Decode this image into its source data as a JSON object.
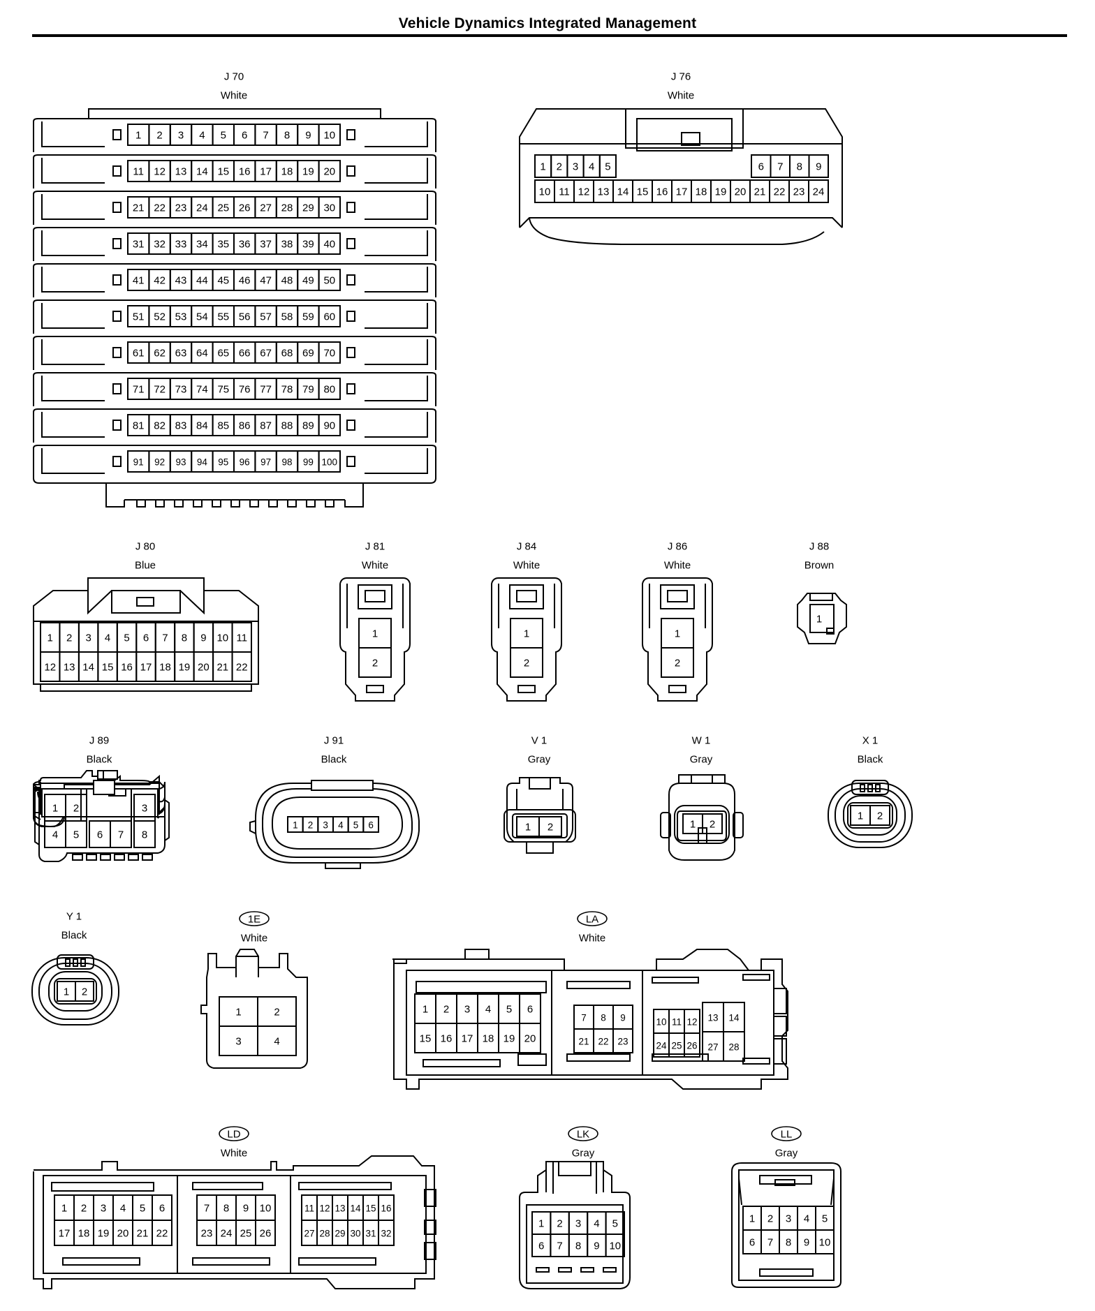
{
  "title": "Vehicle Dynamics Integrated Management",
  "connectors": [
    {
      "id": "J 70",
      "color": "White",
      "circled": false
    },
    {
      "id": "J 76",
      "color": "White",
      "circled": false
    },
    {
      "id": "J 80",
      "color": "Blue",
      "circled": false
    },
    {
      "id": "J 81",
      "color": "White",
      "circled": false
    },
    {
      "id": "J 84",
      "color": "White",
      "circled": false
    },
    {
      "id": "J 86",
      "color": "White",
      "circled": false
    },
    {
      "id": "J 88",
      "color": "Brown",
      "circled": false
    },
    {
      "id": "J 89",
      "color": "Black",
      "circled": false
    },
    {
      "id": "J 91",
      "color": "Black",
      "circled": false
    },
    {
      "id": "V 1",
      "color": "Gray",
      "circled": false
    },
    {
      "id": "W 1",
      "color": "Gray",
      "circled": false
    },
    {
      "id": "X 1",
      "color": "Black",
      "circled": false
    },
    {
      "id": "Y 1",
      "color": "Black",
      "circled": false
    },
    {
      "id": "1E",
      "color": "White",
      "circled": true
    },
    {
      "id": "LA",
      "color": "White",
      "circled": true
    },
    {
      "id": "LD",
      "color": "White",
      "circled": true
    },
    {
      "id": "LK",
      "color": "Gray",
      "circled": true
    },
    {
      "id": "LL",
      "color": "Gray",
      "circled": true
    }
  ]
}
